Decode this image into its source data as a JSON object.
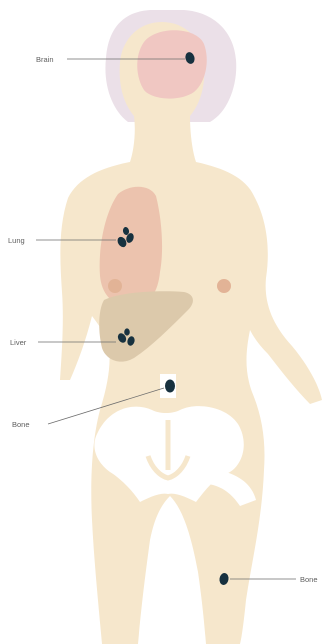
{
  "labels": {
    "brain": "Brain",
    "lung": "Lung",
    "liver": "Liver",
    "bone_spine": "Bone",
    "bone_leg": "Bone"
  },
  "colors": {
    "skin": "#f6e7cc",
    "hair": "#ebe0e8",
    "brain": "#f0c7c2",
    "lung": "#ecc3ae",
    "liver": "#dcc9ab",
    "nipple": "#e2b396",
    "bone": "#ffffff",
    "tumor": "#17313f",
    "line": "#6e6e6e"
  }
}
